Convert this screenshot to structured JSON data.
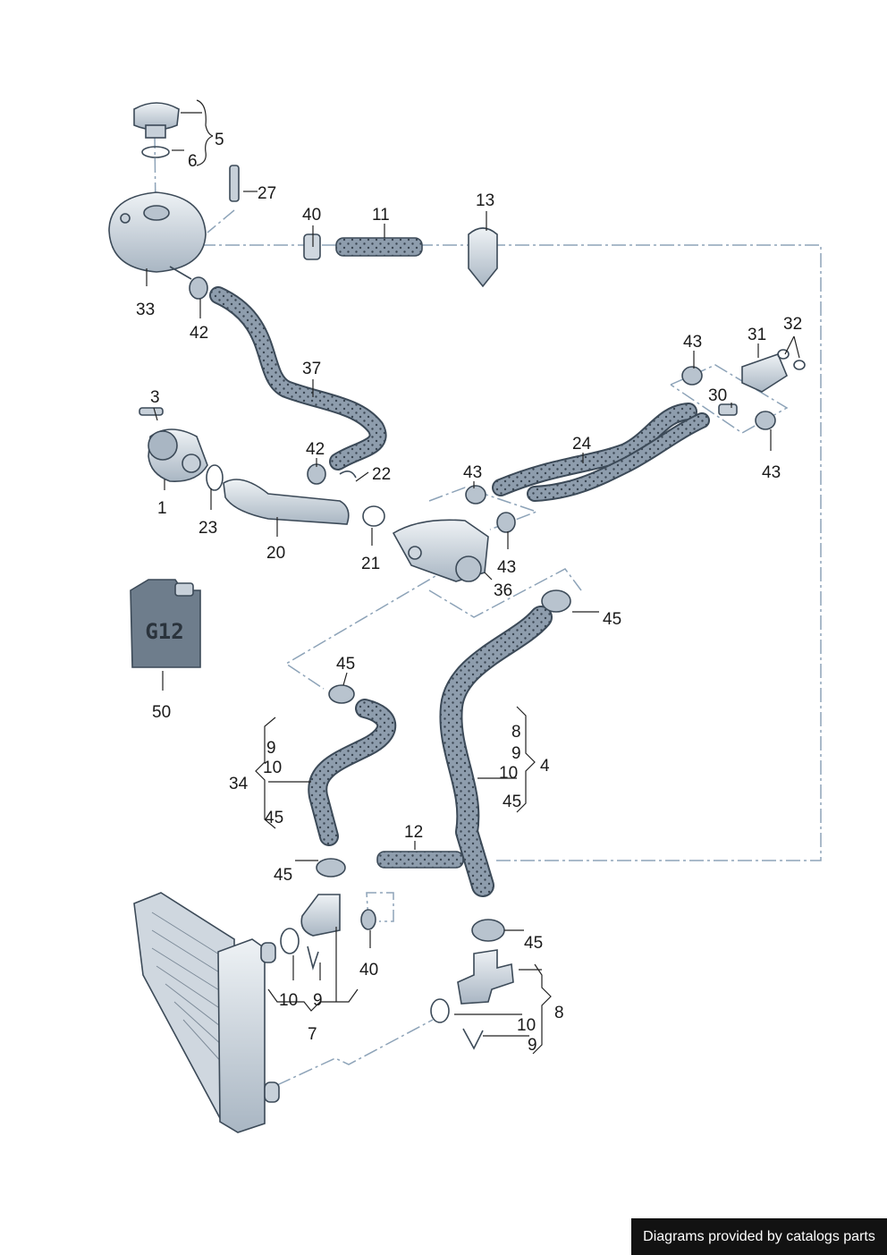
{
  "callouts": [
    {
      "id": "c-5",
      "text": "5"
    },
    {
      "id": "c-6",
      "text": "6"
    },
    {
      "id": "c-27",
      "text": "27"
    },
    {
      "id": "c-33",
      "text": "33"
    },
    {
      "id": "c-42a",
      "text": "42"
    },
    {
      "id": "c-40a",
      "text": "40"
    },
    {
      "id": "c-11",
      "text": "11"
    },
    {
      "id": "c-13",
      "text": "13"
    },
    {
      "id": "c-37",
      "text": "37"
    },
    {
      "id": "c-3",
      "text": "3"
    },
    {
      "id": "c-1",
      "text": "1"
    },
    {
      "id": "c-23",
      "text": "23"
    },
    {
      "id": "c-20",
      "text": "20"
    },
    {
      "id": "c-42b",
      "text": "42"
    },
    {
      "id": "c-22",
      "text": "22"
    },
    {
      "id": "c-21",
      "text": "21"
    },
    {
      "id": "c-43a",
      "text": "43"
    },
    {
      "id": "c-43b",
      "text": "43"
    },
    {
      "id": "c-36",
      "text": "36"
    },
    {
      "id": "c-24",
      "text": "24"
    },
    {
      "id": "c-43c",
      "text": "43"
    },
    {
      "id": "c-31",
      "text": "31"
    },
    {
      "id": "c-32",
      "text": "32"
    },
    {
      "id": "c-30",
      "text": "30"
    },
    {
      "id": "c-43d",
      "text": "43"
    },
    {
      "id": "c-45a",
      "text": "45"
    },
    {
      "id": "c-50",
      "text": "50"
    },
    {
      "id": "c-45b",
      "text": "45"
    },
    {
      "id": "c-9a",
      "text": "9"
    },
    {
      "id": "c-10a",
      "text": "10"
    },
    {
      "id": "c-34",
      "text": "34"
    },
    {
      "id": "c-45c",
      "text": "45"
    },
    {
      "id": "c-8a",
      "text": "8"
    },
    {
      "id": "c-9b",
      "text": "9"
    },
    {
      "id": "c-10b",
      "text": "10"
    },
    {
      "id": "c-4",
      "text": "4"
    },
    {
      "id": "c-45d",
      "text": "45"
    },
    {
      "id": "c-12",
      "text": "12"
    },
    {
      "id": "c-45e",
      "text": "45"
    },
    {
      "id": "c-40b",
      "text": "40"
    },
    {
      "id": "c-10c",
      "text": "10"
    },
    {
      "id": "c-9c",
      "text": "9"
    },
    {
      "id": "c-7",
      "text": "7"
    },
    {
      "id": "c-45f",
      "text": "45"
    },
    {
      "id": "c-8b",
      "text": "8"
    },
    {
      "id": "c-10d",
      "text": "10"
    },
    {
      "id": "c-9d",
      "text": "9"
    }
  ],
  "canister_label": "G12",
  "footer_text": "Diagrams provided by catalogs parts",
  "colors": {
    "part_fill": "#dfe6ec",
    "part_dark": "#9aa9b8",
    "hose_fill": "#8e9dad",
    "hose_dark": "#5b6876",
    "dash_line": "#8da3b8",
    "footer_bg": "#121212"
  }
}
